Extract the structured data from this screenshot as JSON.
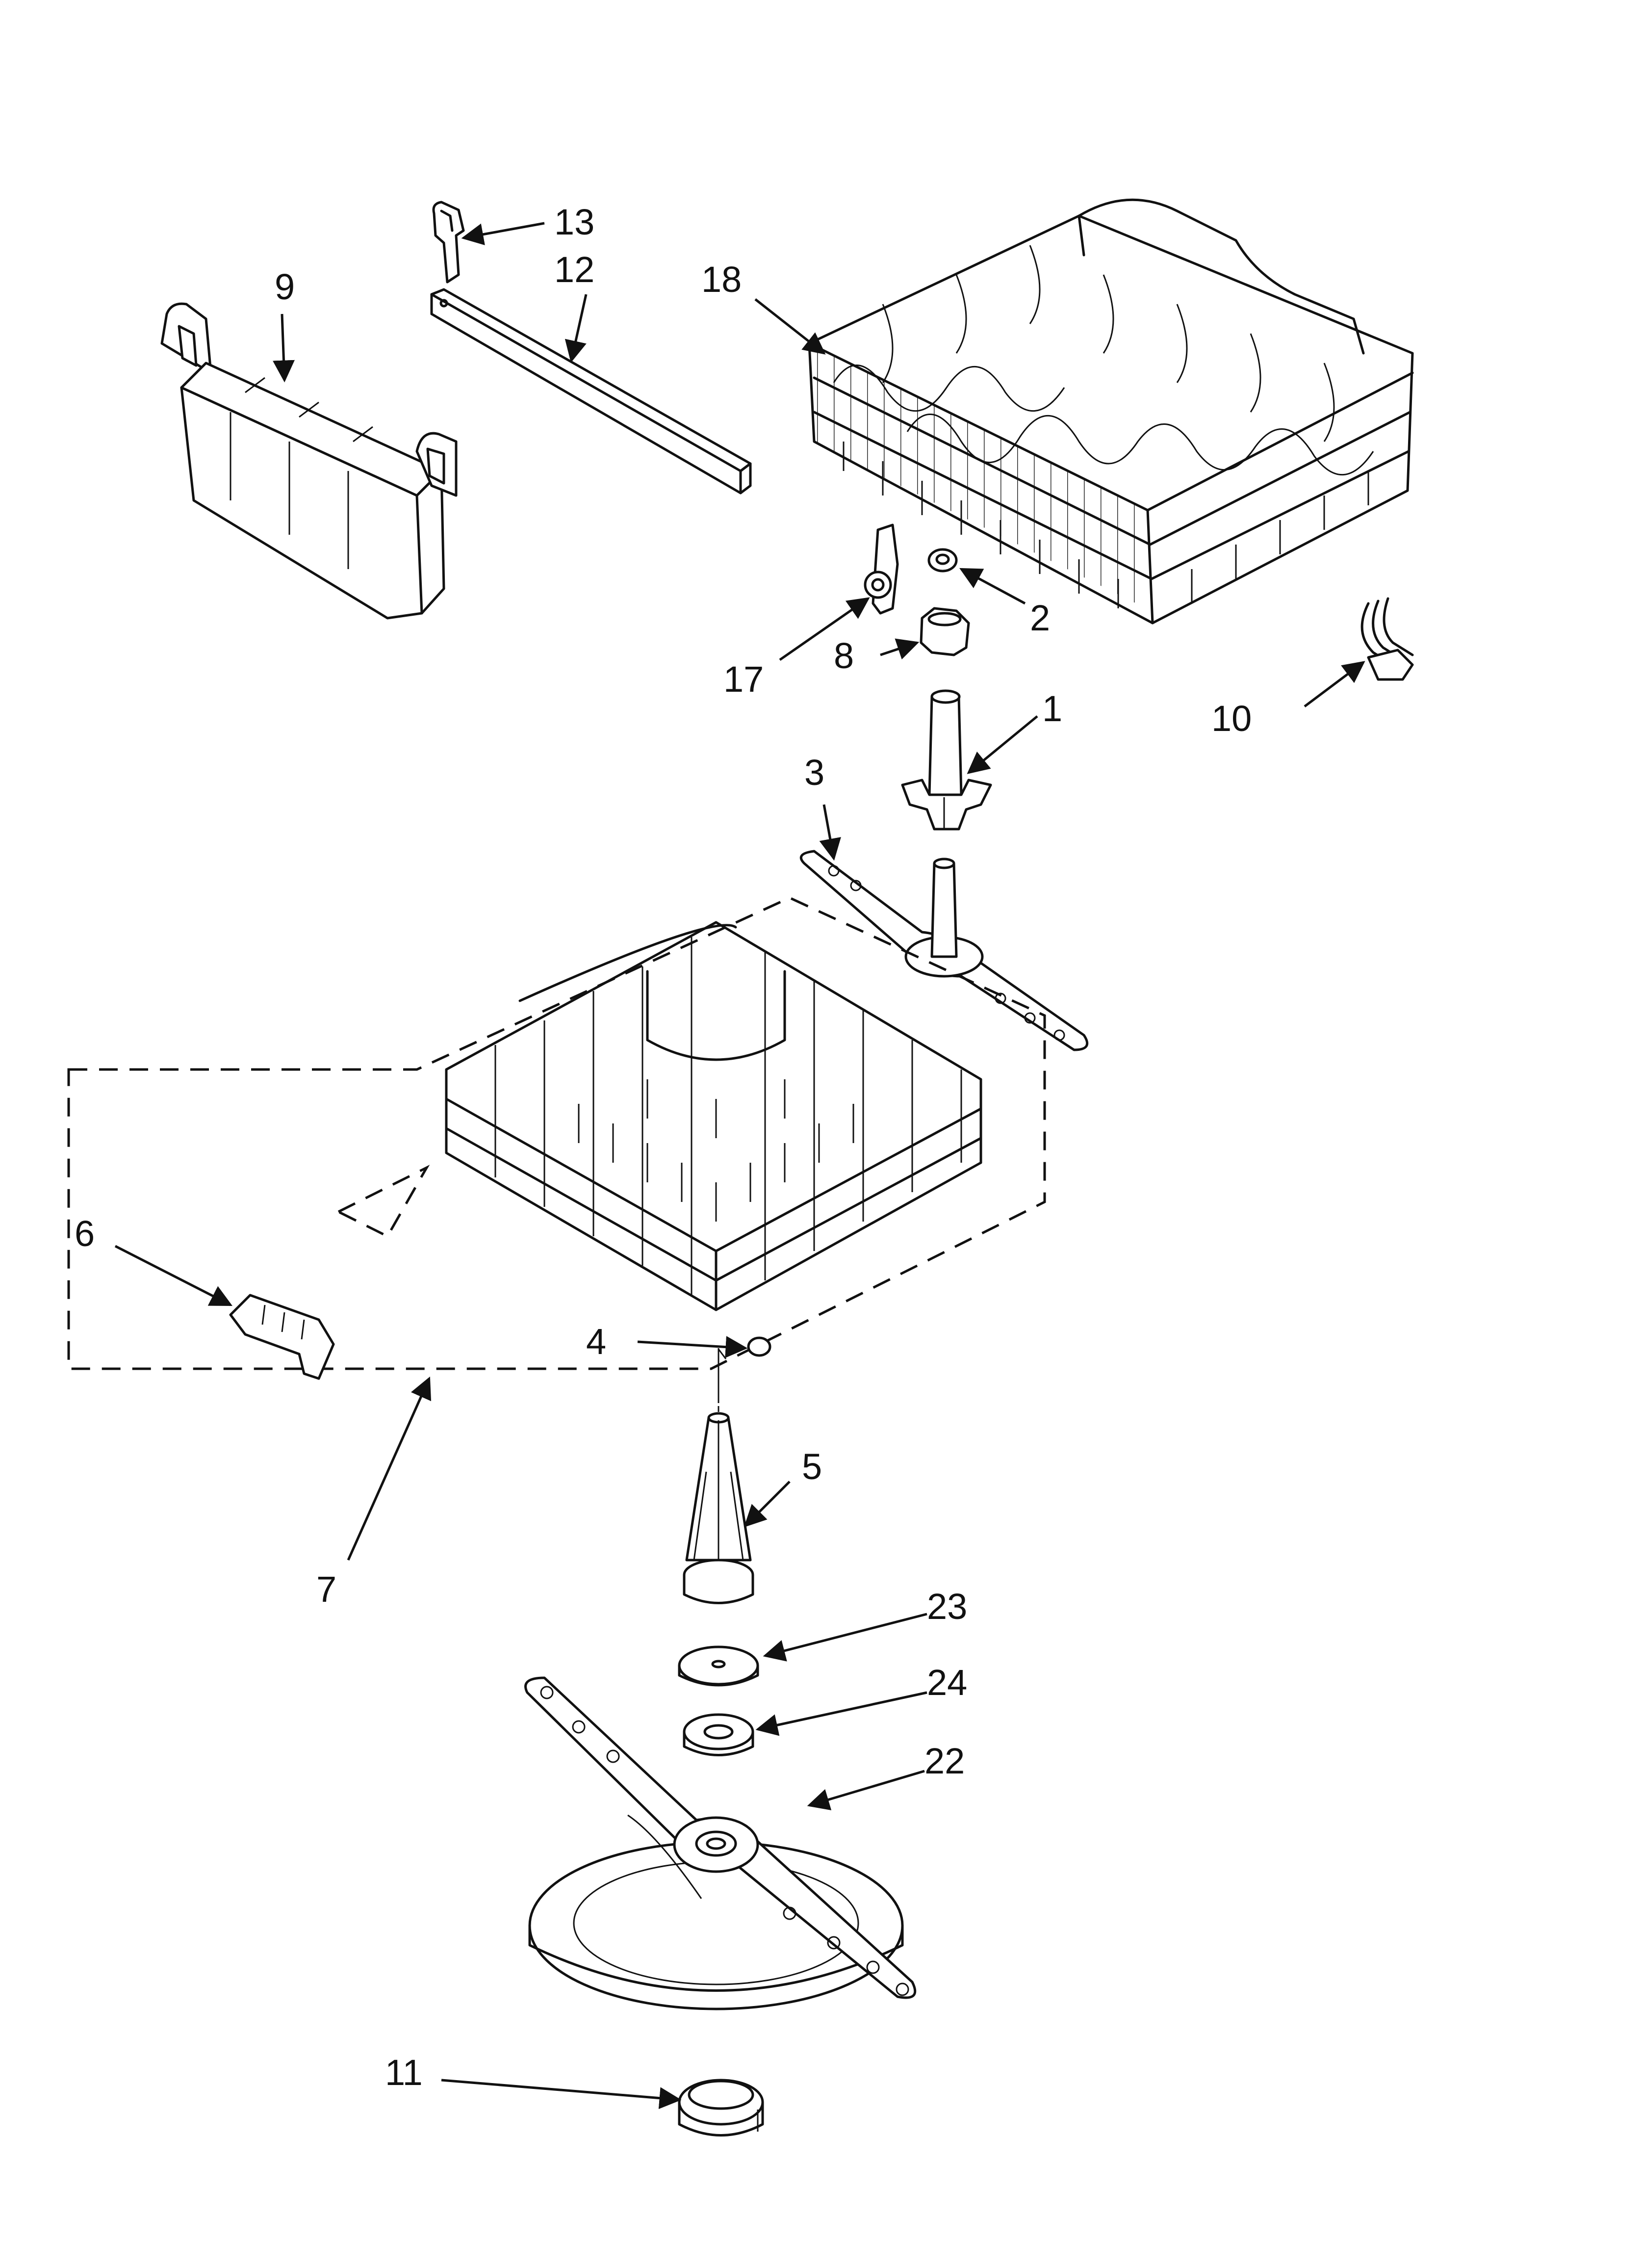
{
  "callouts": {
    "c1": "1",
    "c2": "2",
    "c3": "3",
    "c4": "4",
    "c5": "5",
    "c6": "6",
    "c7": "7",
    "c8": "8",
    "c9": "9",
    "c10": "10",
    "c11": "11",
    "c12": "12",
    "c13": "13",
    "c17": "17",
    "c18": "18",
    "c22": "22",
    "c23": "23",
    "c24": "24"
  },
  "colors": {
    "ink": "#111111",
    "paper": "#ffffff"
  }
}
